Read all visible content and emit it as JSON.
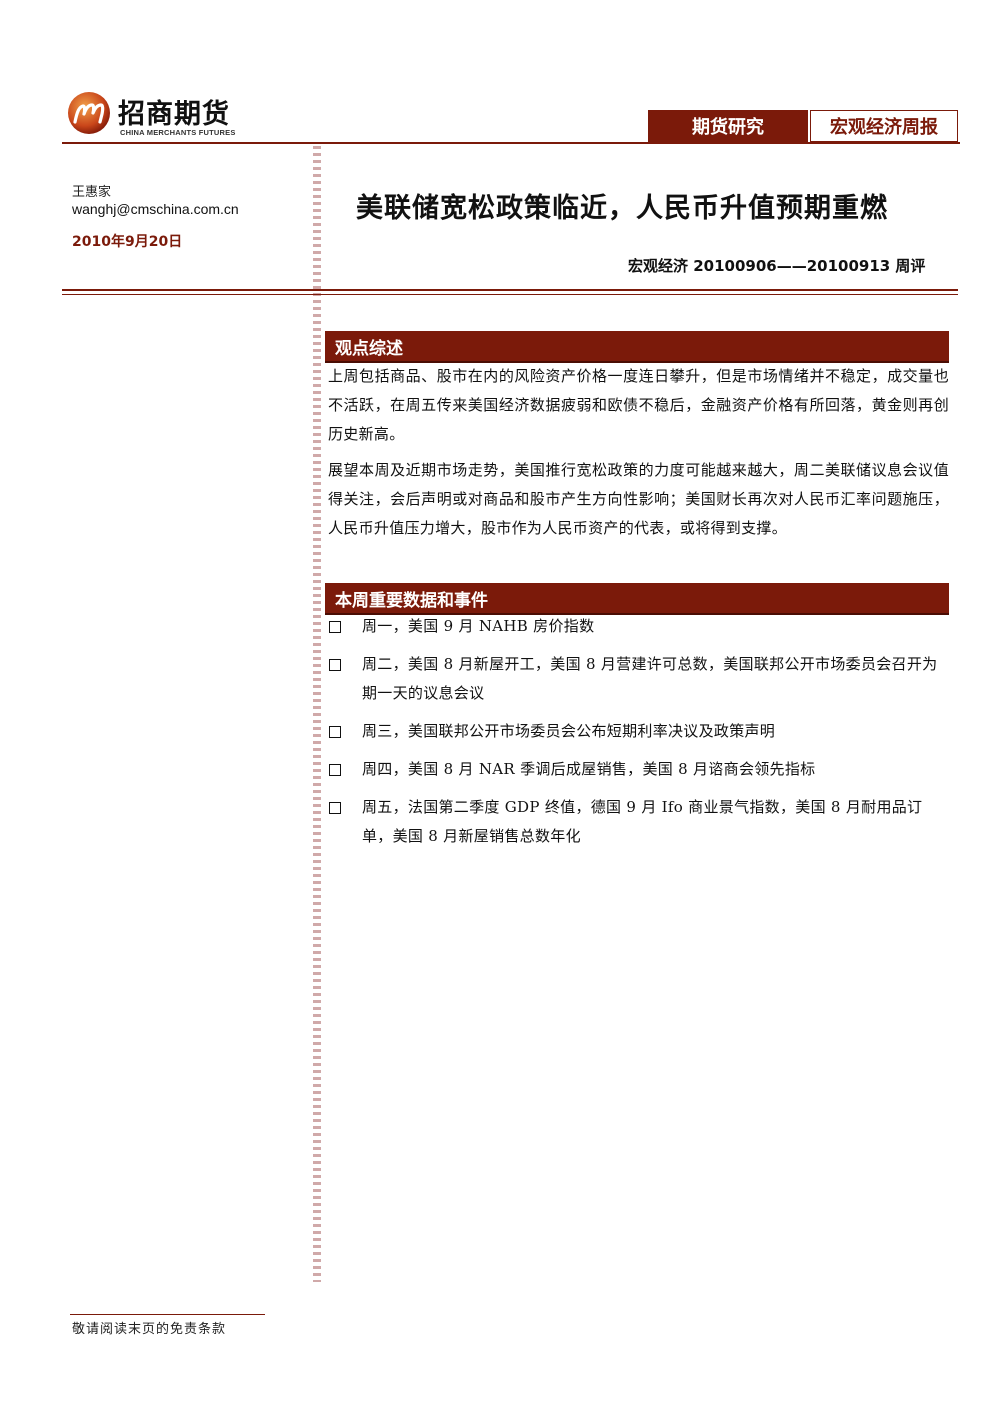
{
  "logo": {
    "name_cn": "招商期货",
    "name_en": "CHINA MERCHANTS FUTURES",
    "brand_color": "#7b1a0a",
    "icon": "cmf-logo-icon"
  },
  "header": {
    "tab_research": "期货研究",
    "tab_weekly": "宏观经济周报"
  },
  "sidebar": {
    "author_name": "王惠家",
    "author_email": "wanghj@cmschina.com.cn",
    "date": "2010年9月20日"
  },
  "document": {
    "title": "美联储宽松政策临近，人民币升值预期重燃",
    "subtitle": "宏观经济 20100906——20100913 周评"
  },
  "sections": {
    "overview": {
      "heading": "观点综述",
      "paragraphs": [
        "上周包括商品、股市在内的风险资产价格一度连日攀升，但是市场情绪并不稳定，成交量也不活跃，在周五传来美国经济数据疲弱和欧债不稳后，金融资产价格有所回落，黄金则再创历史新高。",
        "展望本周及近期市场走势，美国推行宽松政策的力度可能越来越大，周二美联储议息会议值得关注，会后声明或对商品和股市产生方向性影响；美国财长再次对人民币汇率问题施压，人民币升值压力增大，股市作为人民币资产的代表，或将得到支撑。"
      ]
    },
    "events": {
      "heading": "本周重要数据和事件",
      "items": [
        "周一，美国 9 月 NAHB 房价指数",
        "周二，美国 8 月新屋开工，美国 8 月营建许可总数，美国联邦公开市场委员会召开为期一天的议息会议",
        "周三，美国联邦公开市场委员会公布短期利率决议及政策声明",
        "周四，美国 8 月 NAR 季调后成屋销售，美国 8 月谘商会领先指标",
        "周五，法国第二季度 GDP 终值，德国 9 月 Ifo 商业景气指数，美国 8 月耐用品订单，美国 8 月新屋销售总数年化"
      ]
    }
  },
  "footer": {
    "disclaimer": "敬请阅读末页的免责条款"
  }
}
